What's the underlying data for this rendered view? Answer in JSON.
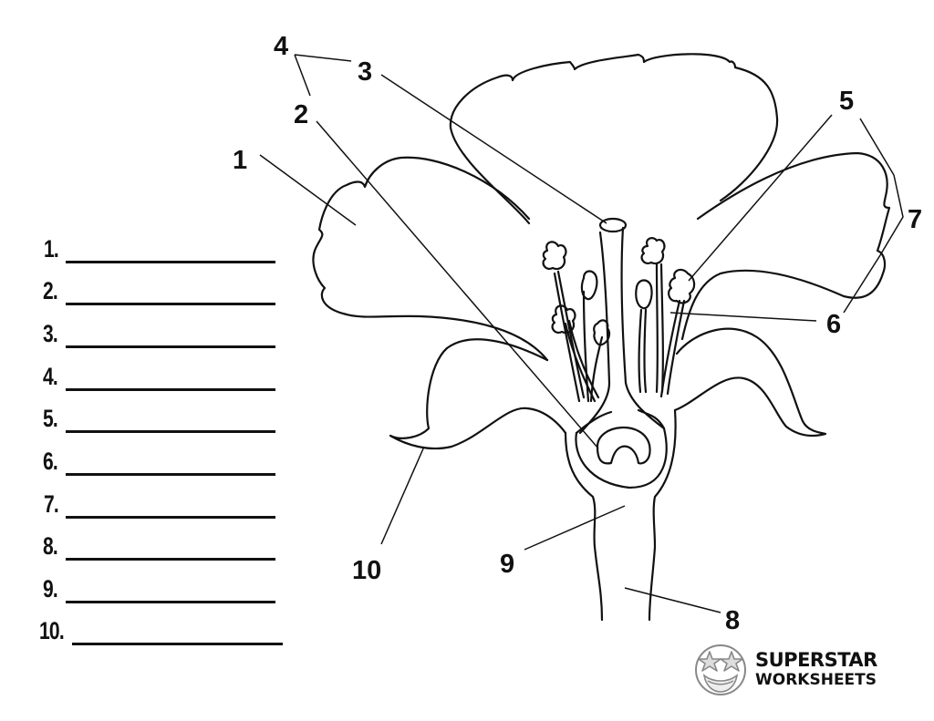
{
  "worksheet": {
    "answer_lines": [
      {
        "number": "1."
      },
      {
        "number": "2."
      },
      {
        "number": "3."
      },
      {
        "number": "4."
      },
      {
        "number": "5."
      },
      {
        "number": "6."
      },
      {
        "number": "7."
      },
      {
        "number": "8."
      },
      {
        "number": "9."
      },
      {
        "number": "10."
      }
    ]
  },
  "diagram": {
    "subject": "flower cross-section",
    "labels": [
      "1",
      "2",
      "3",
      "4",
      "5",
      "6",
      "7",
      "8",
      "9",
      "10"
    ]
  },
  "branding": {
    "logo_icon": "star-eyes-smiley-icon",
    "line1": "SUPERSTAR",
    "line2": "WORKSHEETS"
  }
}
